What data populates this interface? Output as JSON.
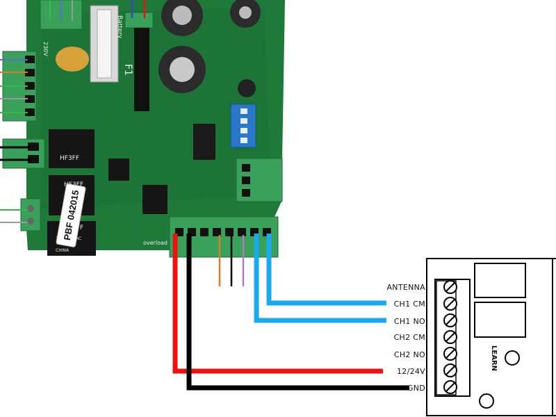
{
  "board": {
    "sticker_text": "PBF 042015",
    "battery_label": "Battery",
    "fuse_label": "F1",
    "overload_label": "overload",
    "relay_labels": [
      "HF3FF",
      "HF3FF",
      "HF3FF"
    ],
    "relay_rating": "12A 125VAC",
    "relay_origin": "CHINA",
    "voltage_label": "230V"
  },
  "receiver": {
    "learn_label": "LEARN",
    "terminals": [
      "ANTENNA",
      "CH1 CM",
      "CH1 NO",
      "CH2 CM",
      "CH2 NO",
      "12/24V",
      "GND"
    ]
  },
  "colors": {
    "pcb": "#1f7a3a",
    "pcb_dark": "#145a28",
    "terminal_block": "#3aa15a",
    "wire_red": "#ee1111",
    "wire_black": "#000000",
    "wire_blue": "#18aaf0",
    "wire_orange": "#e07b2a",
    "wire_purple": "#b07ac0",
    "wire_green": "#33bb44",
    "wire_gray": "#9a9a9a"
  }
}
